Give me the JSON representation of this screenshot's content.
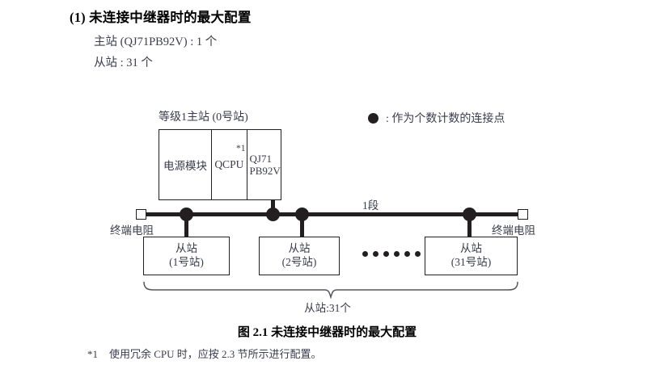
{
  "section": {
    "heading": "(1) 未连接中继器时的最大配置",
    "specs": [
      "主站 (QJ71PB92V) : 1 个",
      "从站 : 31 个"
    ]
  },
  "legend": {
    "symbol": "filled-circle",
    "text": ": 作为个数计数的连接点"
  },
  "diagram": {
    "master": {
      "label": "等级1主站 (0号站)",
      "cells": [
        {
          "name": "power-module",
          "text": "电源模块"
        },
        {
          "name": "cpu-module",
          "text": "QCPU",
          "footnote_mark": "*1"
        },
        {
          "name": "network-module",
          "line1": "QJ71",
          "line2": "PB92V"
        }
      ]
    },
    "segment_label": "1段",
    "terminators": [
      {
        "position": "left",
        "label": "终端电阻"
      },
      {
        "position": "right",
        "label": "终端电阻"
      }
    ],
    "slaves": [
      {
        "title": "从站",
        "station": "(1号站)"
      },
      {
        "title": "从站",
        "station": "(2号站)"
      },
      {
        "title": "从站",
        "station": "(31号站)"
      }
    ],
    "ellipsis_dot_count": 6,
    "brace_caption": "从站:31个",
    "colors": {
      "line": "#231f20",
      "text": "#3b3b4e",
      "heading": "#000000",
      "background": "#ffffff"
    }
  },
  "figure": {
    "caption": "图 2.1  未连接中继器时的最大配置"
  },
  "footnote": {
    "mark": "*1",
    "text": "使用冗余 CPU 时，应按 2.3 节所示进行配置。"
  }
}
